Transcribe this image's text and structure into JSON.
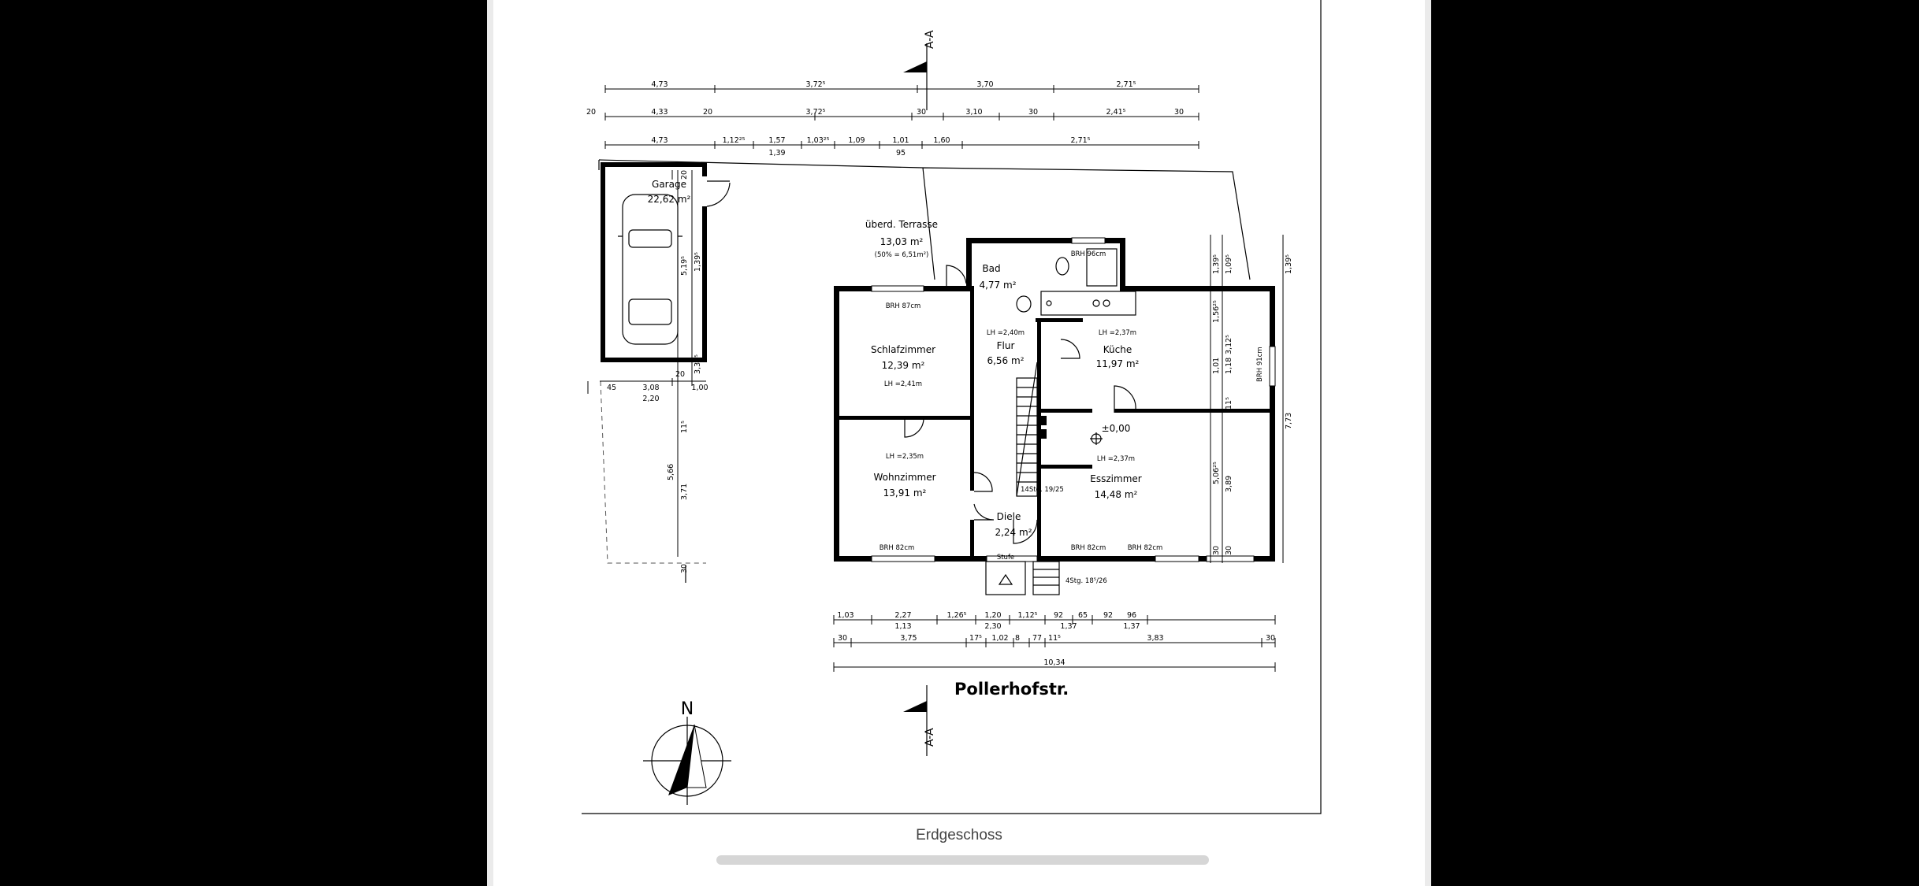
{
  "viewer": {
    "caption": "Erdgeschoss",
    "accent_background": "#000000",
    "page_background": "#ffffff",
    "scrollbar_color": "#d6d6d6"
  },
  "plan": {
    "street": "Pollerhofstr.",
    "section_label": "A-A",
    "north_label": "N",
    "rooms": {
      "garage": {
        "name": "Garage",
        "area": "22,62 m²"
      },
      "terrasse": {
        "name": "überd. Terrasse",
        "area": "13,03 m²",
        "note": "(50% = 6,51m²)"
      },
      "bad": {
        "name": "Bad",
        "area": "4,77 m²",
        "brh": "BRH 96cm"
      },
      "schlafzimmer": {
        "name": "Schlafzimmer",
        "area": "12,39 m²",
        "lh": "LH =2,41m",
        "brh": "BRH 87cm"
      },
      "flur": {
        "name": "Flur",
        "area": "6,56 m²",
        "lh": "LH =2,40m"
      },
      "kueche": {
        "name": "Küche",
        "area": "11,97 m²",
        "lh": "LH =2,37m",
        "brh": "BRH 91cm"
      },
      "wohnzimmer": {
        "name": "Wohnzimmer",
        "area": "13,91 m²",
        "lh": "LH =2,35m",
        "brh": "BRH 82cm"
      },
      "esszimmer": {
        "name": "Esszimmer",
        "area": "14,48 m²",
        "lh": "LH =2,37m",
        "brh1": "BRH 82cm",
        "brh2": "BRH 82cm",
        "level": "±0,00"
      },
      "diele": {
        "name": "Diele",
        "area": "2,24 m²"
      }
    },
    "stairs": {
      "inner": "14Stg. 19/25",
      "outer": "4Stg. 18⁵/26",
      "step": "Stufe"
    },
    "dims": {
      "top1": [
        "4,73",
        "3,72⁵",
        "3,70",
        "2,71⁵"
      ],
      "top2": [
        "20",
        "4,33",
        "20",
        "3,72⁵",
        "30",
        "3,10",
        "30",
        "2,41⁵",
        "30"
      ],
      "top3": [
        "4,73",
        "1,12²⁵",
        "1,57",
        "1,03²⁵",
        "1,09",
        "1,01",
        "1,60",
        "2,71⁵"
      ],
      "top3b": [
        "1,39",
        "95"
      ],
      "garage_h": [
        "20",
        "5,19⁵",
        "1,39⁵",
        "3,31⁵"
      ],
      "garage_w": [
        "45",
        "3,08",
        "2,20",
        "20",
        "1,00"
      ],
      "left": [
        "5,66",
        "11⁵",
        "3,71",
        "30"
      ],
      "right_a": [
        "1,39⁵",
        "1,56²⁵",
        "1,01",
        "5,06²⁵",
        "30"
      ],
      "right_b": [
        "1,09⁵",
        "3,12⁵",
        "1,18",
        "11⁵",
        "3,89",
        "30"
      ],
      "right_c": [
        "1,39⁵",
        "7,73"
      ],
      "bottom1": [
        "1,03",
        "2,27",
        "1,26⁵",
        "1,20",
        "1,12⁵",
        "92",
        "65",
        "92",
        "96"
      ],
      "bottom1b": [
        "1,13",
        "2,30",
        "1,37",
        "1,37"
      ],
      "bottom2": [
        "30",
        "3,75",
        "17⁵",
        "1,02",
        "8",
        "77",
        "11⁵",
        "3,83",
        "30"
      ],
      "total": "10,34"
    }
  }
}
